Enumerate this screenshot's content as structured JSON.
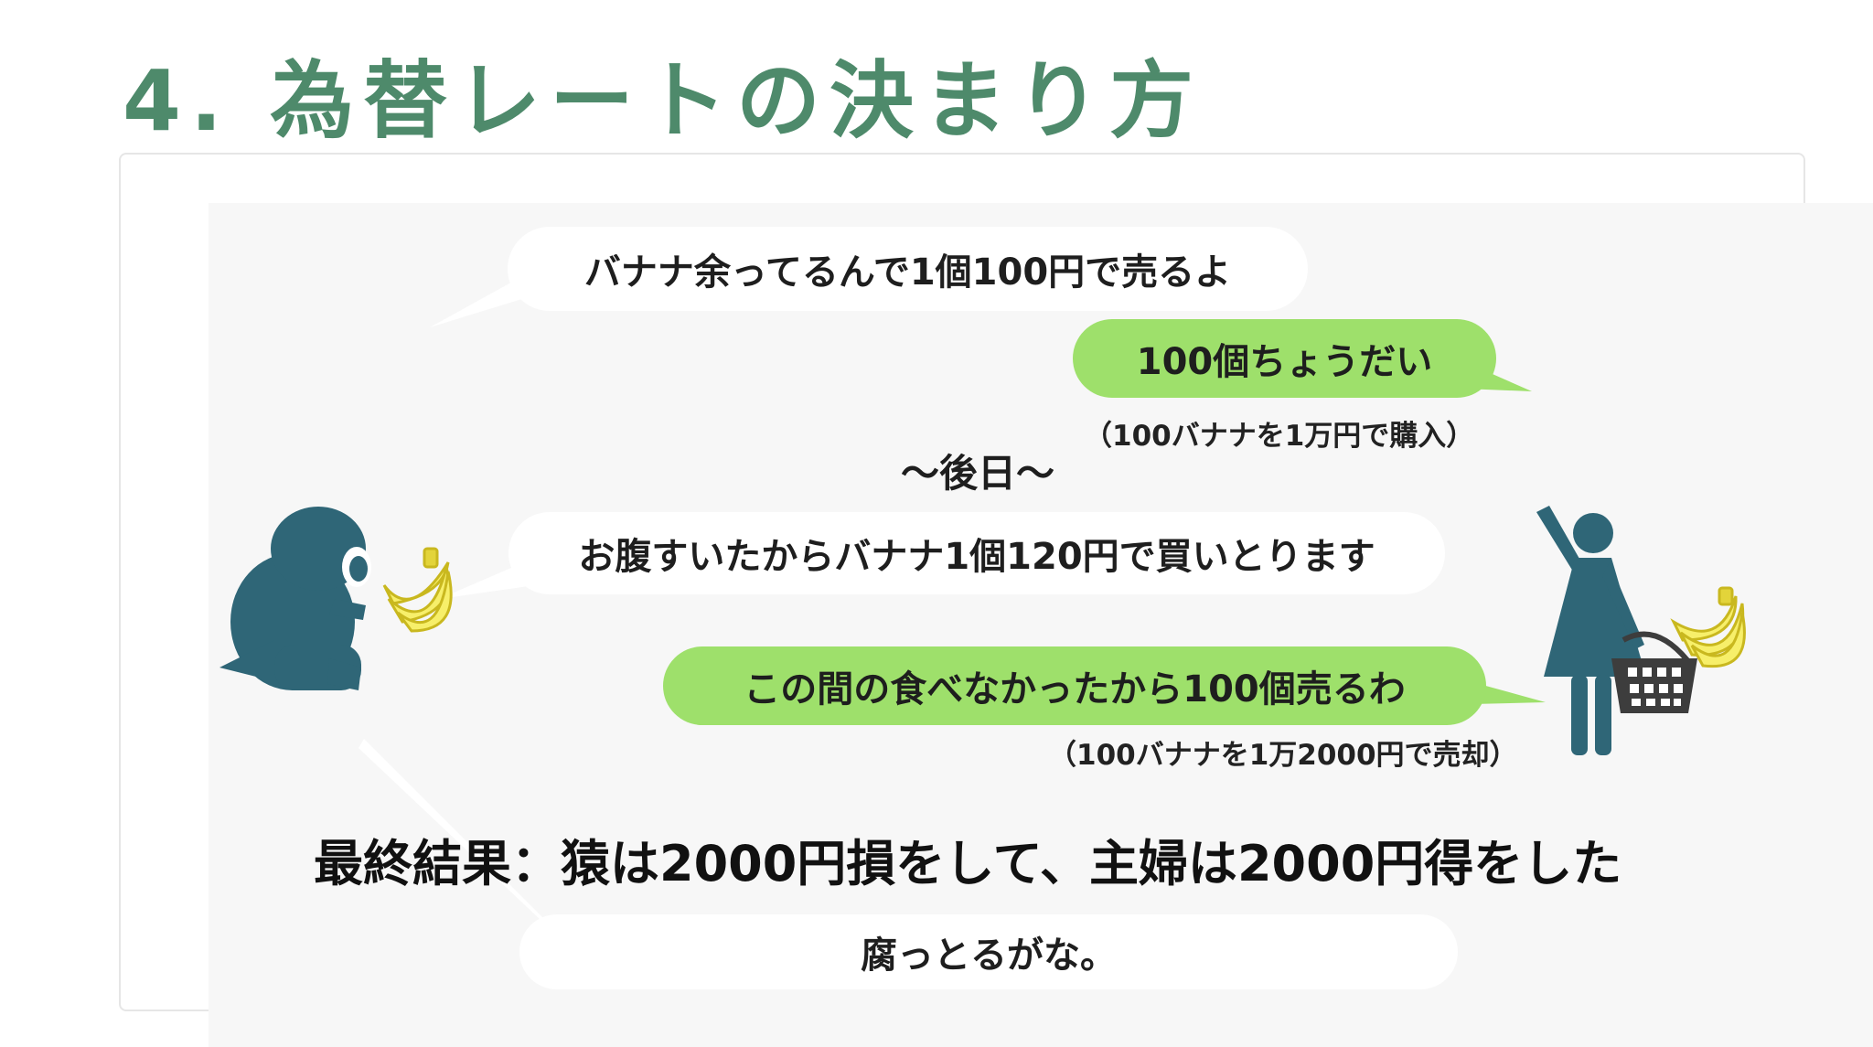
{
  "title": "4. 為替レートの決まり方",
  "dialogue": {
    "line1": "バナナ余ってるんで1個100円で売るよ",
    "line2": "100個ちょうだい",
    "note2": "（100バナナを1万円で購入）",
    "later": "〜後日〜",
    "line3": "お腹すいたからバナナ1個120円で買いとります",
    "line4": "この間の食べなかったから100個売るわ",
    "note4": "（100バナナを1万2000円で売却）",
    "result": "最終結果：猿は2000円損をして、主婦は2000円得をした",
    "line5": "腐っとるがな。"
  },
  "icons": {
    "monkey": "monkey-icon",
    "woman": "woman-icon",
    "banana": "banana-icon",
    "basket": "basket-icon"
  },
  "colors": {
    "title": "#4e8a6b",
    "figure": "#2f6677",
    "green_bubble": "#9ee06b",
    "white_bubble": "#ffffff",
    "banana": "#f2e84b"
  }
}
